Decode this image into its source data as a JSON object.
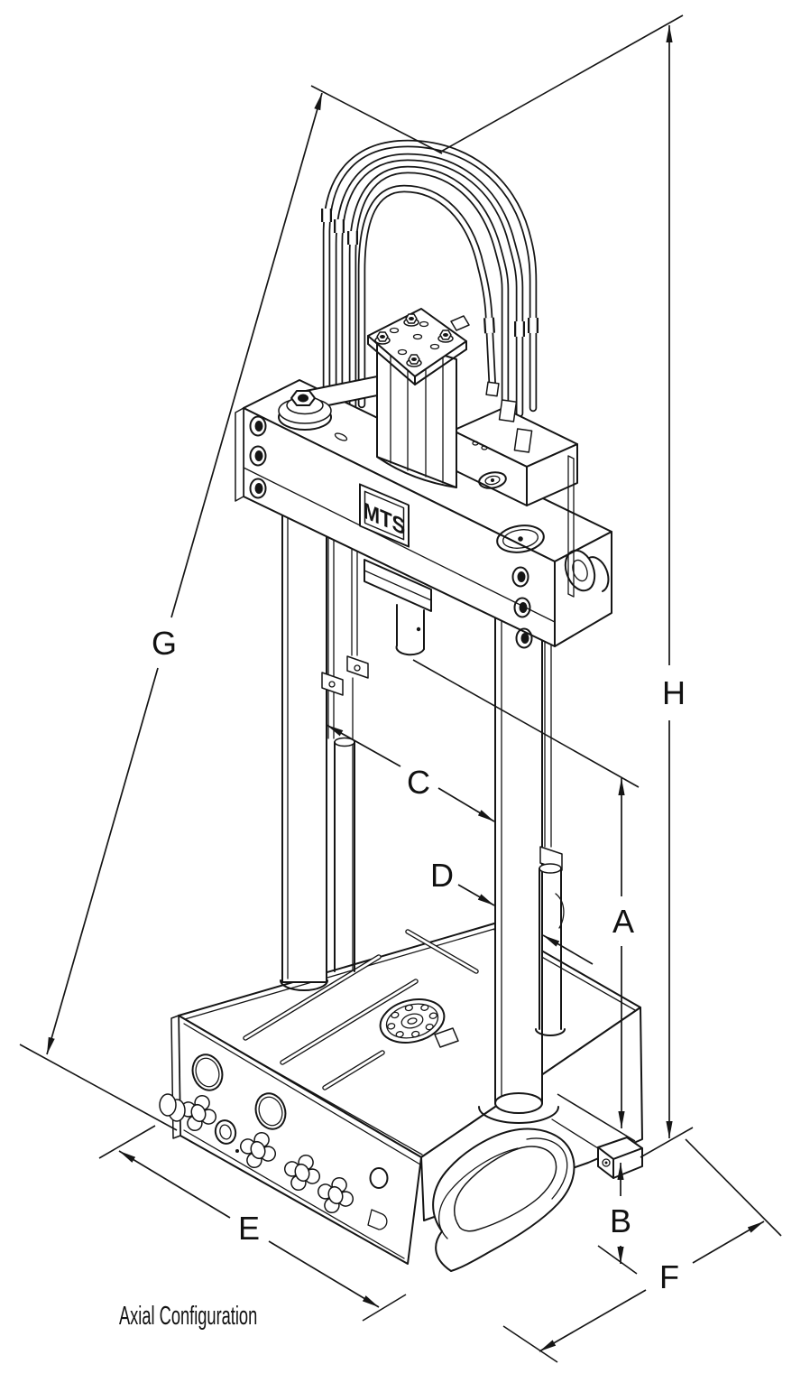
{
  "diagram": {
    "caption": "Axial Configuration",
    "logo_text": "MTS",
    "dimension_labels": {
      "A": "A",
      "B": "B",
      "C": "C",
      "D": "D",
      "E": "E",
      "F": "F",
      "G": "G",
      "H": "H"
    }
  }
}
